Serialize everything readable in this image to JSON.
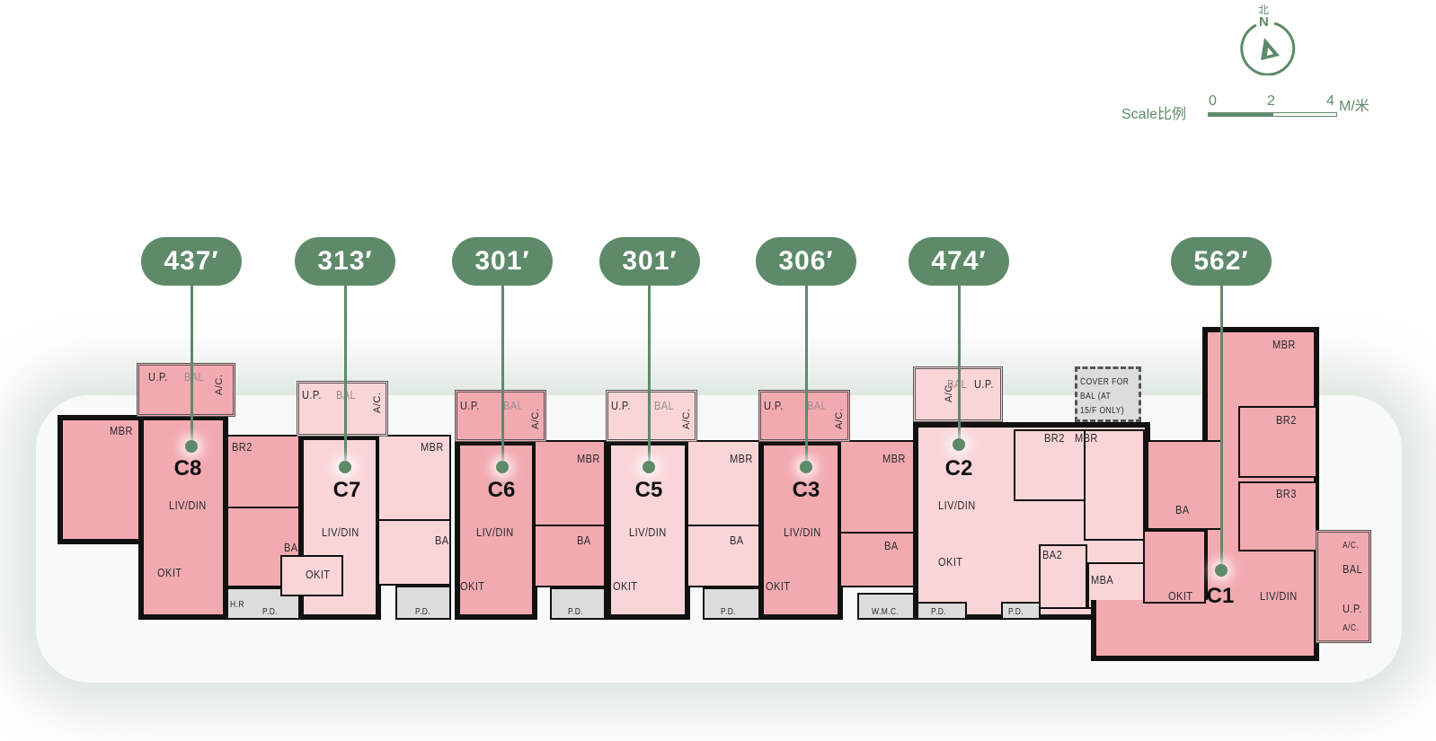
{
  "compass": {
    "north_cn": "北",
    "north": "N",
    "icon": "north-arrow-icon"
  },
  "scale": {
    "label": "Scale比例",
    "ticks": [
      "0",
      "2",
      "4"
    ],
    "unit": "M/米"
  },
  "colors": {
    "accent": "#5e8a6a",
    "unit_dark": "#f2aab1",
    "unit_light": "#fad5d8",
    "service": "#dcdcdc",
    "wall": "#111111"
  },
  "units": [
    {
      "id": "C8",
      "area": "437′",
      "rooms": [
        "MBR",
        "BR2",
        "LIV/DIN",
        "OKIT",
        "BA",
        "U.P.",
        "BAL",
        "A/C.",
        "H.R",
        "P.D."
      ]
    },
    {
      "id": "C7",
      "area": "313′",
      "rooms": [
        "MBR",
        "LIV/DIN",
        "OKIT",
        "BA",
        "U.P.",
        "BAL",
        "A/C.",
        "P.D."
      ]
    },
    {
      "id": "C6",
      "area": "301′",
      "rooms": [
        "MBR",
        "LIV/DIN",
        "OKIT",
        "BA",
        "U.P.",
        "BAL",
        "A/C.",
        "P.D."
      ]
    },
    {
      "id": "C5",
      "area": "301′",
      "rooms": [
        "MBR",
        "LIV/DIN",
        "OKIT",
        "BA",
        "U.P.",
        "BAL",
        "A/C.",
        "P.D."
      ]
    },
    {
      "id": "C3",
      "area": "306′",
      "rooms": [
        "MBR",
        "LIV/DIN",
        "OKIT",
        "BA",
        "U.P.",
        "BAL",
        "A/C.",
        "W.M.C."
      ]
    },
    {
      "id": "C2",
      "area": "474′",
      "rooms": [
        "BR2",
        "MBR",
        "LIV/DIN",
        "OKIT",
        "BA2",
        "MBA",
        "A/C.",
        "BAL",
        "U.P.",
        "P.D.",
        "P.D.",
        "COVER FOR",
        "BAL (AT",
        "15/F ONLY)"
      ]
    },
    {
      "id": "C1",
      "area": "562′",
      "rooms": [
        "MBR",
        "BR2",
        "BR3",
        "LIV/DIN",
        "OKIT",
        "BA",
        "A/C.",
        "BAL",
        "U.P.",
        "A/C."
      ]
    }
  ]
}
